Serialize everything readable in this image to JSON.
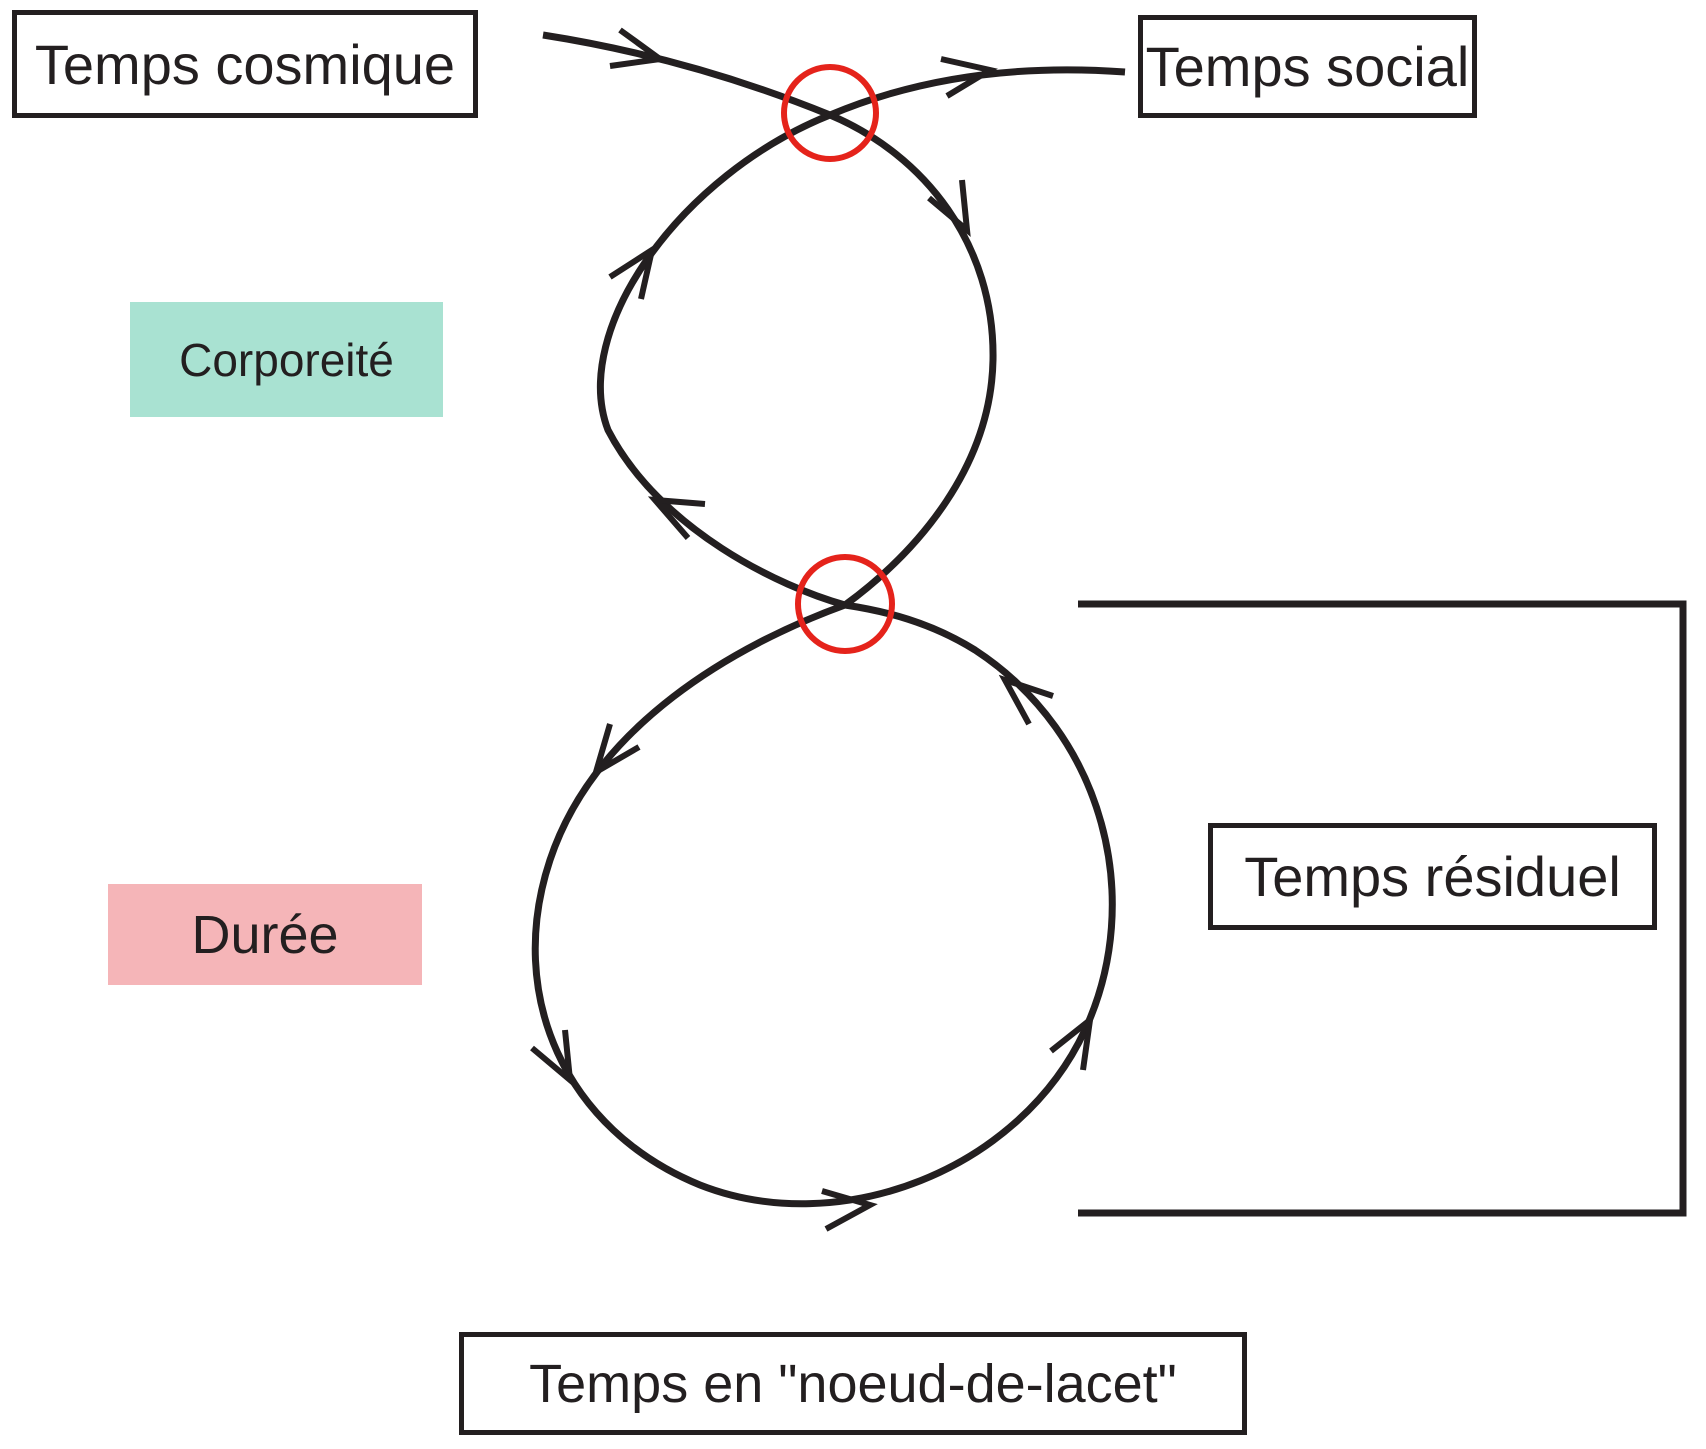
{
  "title": "Temps en noeud-de-lacet",
  "boxes": {
    "temps_cosmique": {
      "label": "Temps cosmique"
    },
    "temps_social": {
      "label": "Temps social"
    },
    "temps_residuel": {
      "label": "Temps résiduel"
    },
    "noeud_de_lacet": {
      "label": "Temps en \"noeud-de-lacet\""
    }
  },
  "tags": {
    "corporeite": {
      "label": "Corporeité",
      "background": "#a9e2d2"
    },
    "duree": {
      "label": "Durée",
      "background": "#f5b5b8"
    }
  },
  "colors": {
    "stroke": "#231f20",
    "crossing_ring": "#e5231b",
    "corporeite_bg": "#a9e2d2",
    "duree_bg": "#f5b5b8"
  },
  "diagram": {
    "type": "figure-eight flow ('noeud de lacet') with two crossings highlighted by red rings",
    "flow": [
      "Temps cosmique enters top crossing",
      "upper loop (Corporeité) traversed clockwise",
      "middle crossing between the two loops",
      "lower loop (Durée) traversed counterclockwise",
      "exits top crossing toward Temps social"
    ],
    "crossings": [
      {
        "name": "top-crossing",
        "marker": "red-circle"
      },
      {
        "name": "middle-crossing",
        "marker": "red-circle"
      }
    ],
    "bracket": {
      "groups": "lower loop",
      "points_to": "Temps résiduel"
    }
  }
}
